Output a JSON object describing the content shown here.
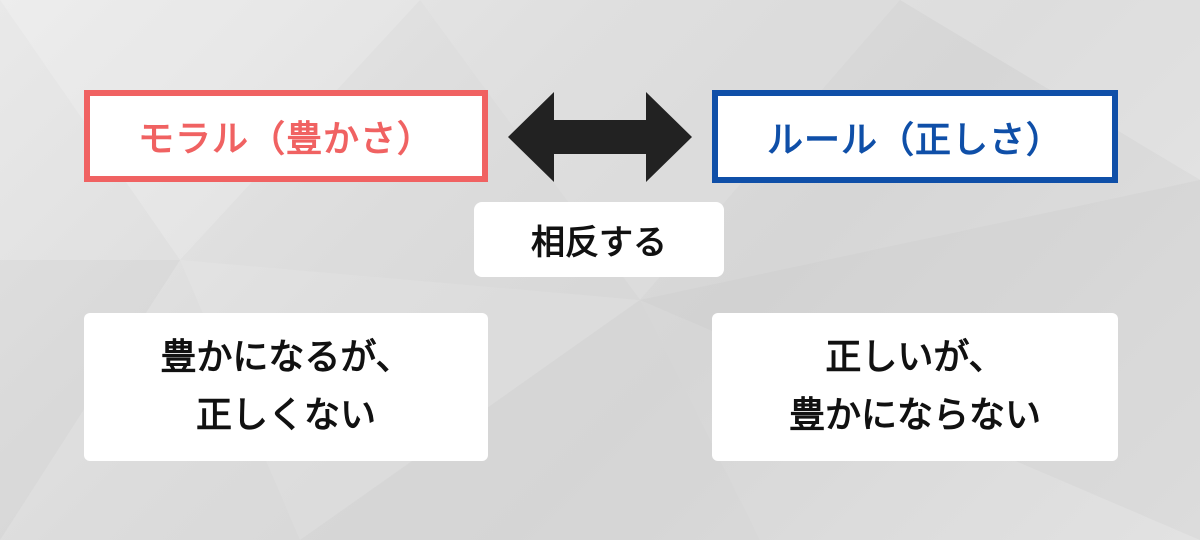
{
  "moral_box": {
    "label": "モラル（豊かさ）",
    "border_color": "#f06262"
  },
  "rule_box": {
    "label": "ルール（正しさ）",
    "border_color": "#0f4fa8"
  },
  "relation": {
    "label": "相反する",
    "arrow_icon": "double-headed-arrow-icon",
    "arrow_color": "#222222"
  },
  "moral_result": {
    "line1": "豊かになるが、",
    "line2": "正しくない"
  },
  "rule_result": {
    "line1": "正しいが、",
    "line2": "豊かにならない"
  }
}
